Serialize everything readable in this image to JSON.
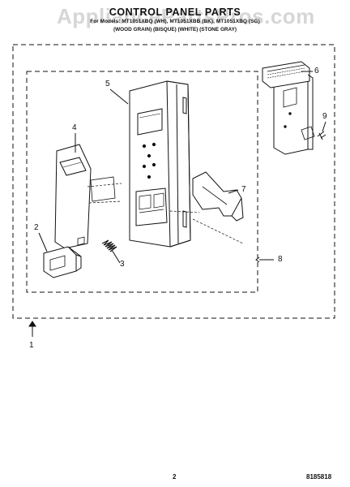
{
  "watermark": "AppliancePartsPros.com",
  "header": {
    "title": "CONTROL PANEL PARTS",
    "models": "For Models: MT1051XBQ (WH), MT1051XBB (BK), MT1051XBQ (SG)",
    "colors": "(WOOD GRAIN) (BISQUE) (WHITE) (STONE GRAY)"
  },
  "callouts": [
    "1",
    "2",
    "3",
    "4",
    "5",
    "6",
    "7",
    "8",
    "9"
  ],
  "footer": {
    "page_number": "2",
    "doc_number": "8185818"
  }
}
